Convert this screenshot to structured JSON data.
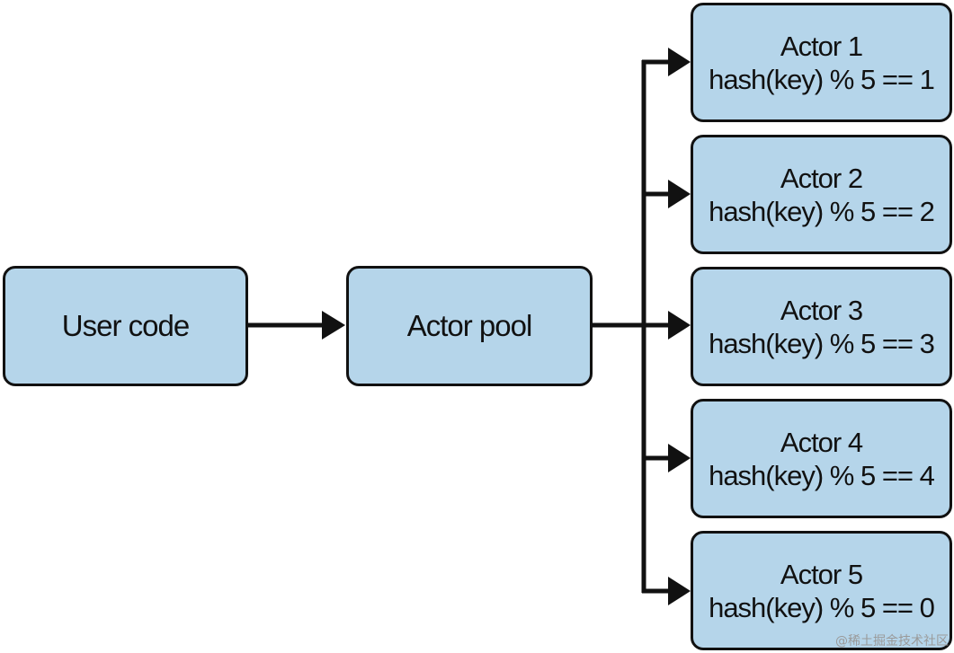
{
  "nodes": {
    "user_code": "User code",
    "actor_pool": "Actor pool"
  },
  "actors": [
    {
      "name": "Actor 1",
      "rule": "hash(key) % 5 == 1"
    },
    {
      "name": "Actor 2",
      "rule": "hash(key) % 5 == 2"
    },
    {
      "name": "Actor 3",
      "rule": "hash(key) % 5 == 3"
    },
    {
      "name": "Actor 4",
      "rule": "hash(key) % 5 == 4"
    },
    {
      "name": "Actor 5",
      "rule": "hash(key) % 5 == 0"
    }
  ],
  "watermark": "@稀土掘金技术社区",
  "colors": {
    "node_fill": "#b5d5ea",
    "stroke": "#111111"
  }
}
